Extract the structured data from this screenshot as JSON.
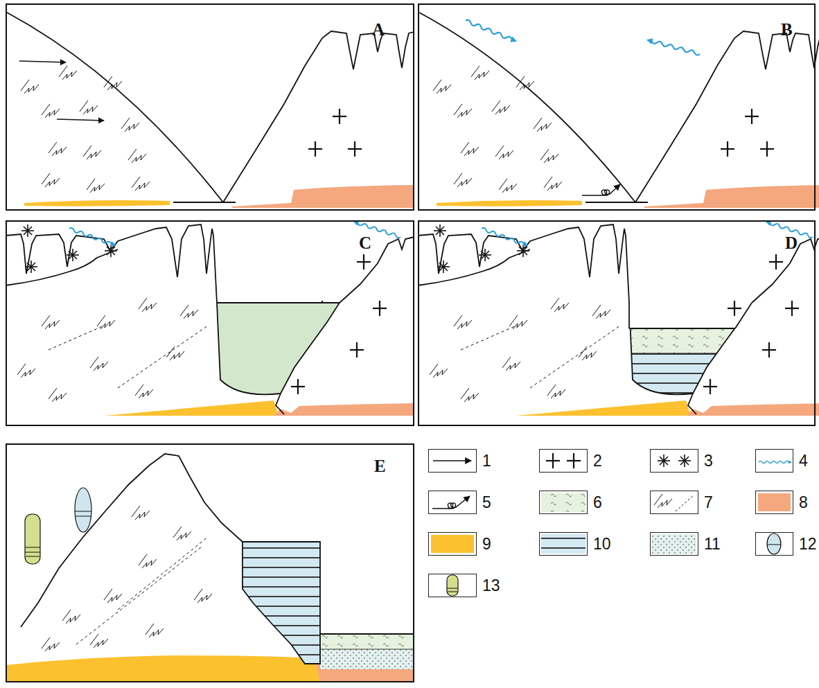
{
  "diagram": {
    "nodes": [
      {
        "text": [
          "A"
        ]
      },
      {
        "text": [
          "B"
        ]
      },
      {
        "text": [
          "C"
        ]
      },
      {
        "text": [
          "D"
        ]
      },
      {
        "text": [
          "E"
        ]
      }
    ],
    "legend": [
      {
        "text": "1"
      },
      {
        "text": "2"
      },
      {
        "text": "3"
      },
      {
        "text": "4"
      },
      {
        "text": "5"
      },
      {
        "text": "6"
      },
      {
        "text": "7"
      },
      {
        "text": "8",
        "color": "#f5a77e"
      },
      {
        "text": "9",
        "color": "#fcc12f"
      },
      {
        "text": "10"
      },
      {
        "text": "11"
      },
      {
        "text": "12"
      },
      {
        "text": "13"
      }
    ]
  }
}
